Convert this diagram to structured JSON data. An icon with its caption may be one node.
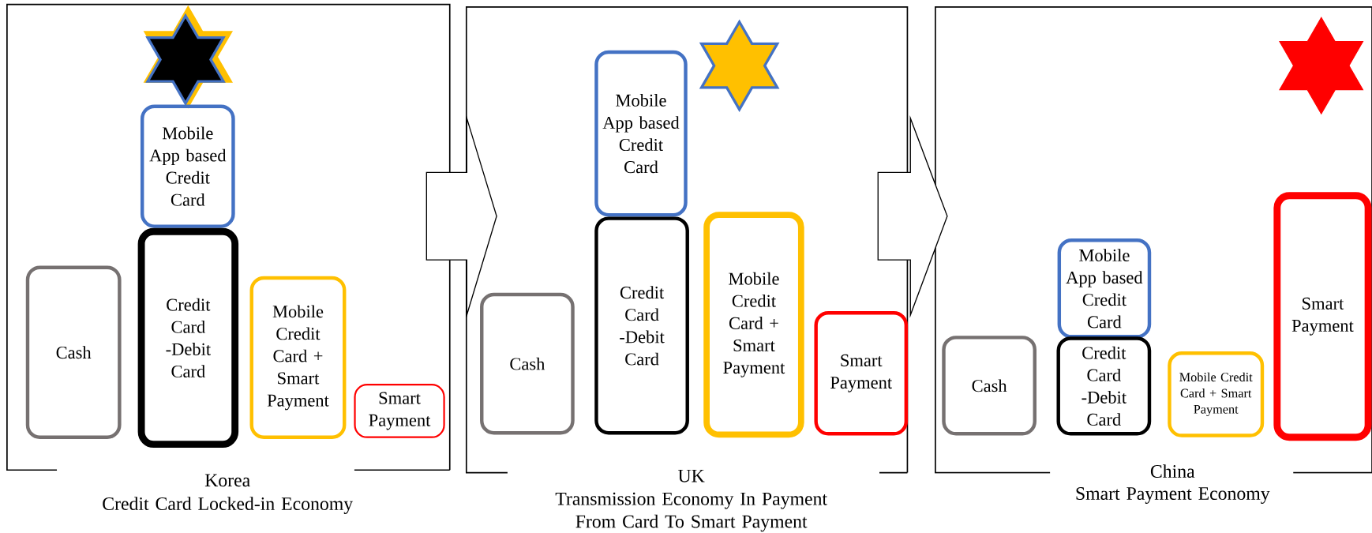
{
  "diagram": {
    "nodes": [
      {
        "text": [
          "Korea",
          "Credit Card Locked-in Economy"
        ]
      },
      {
        "text": [
          "Cash"
        ],
        "in": 0
      },
      {
        "text": [
          "Mobile App based Credit Card"
        ],
        "in": 0
      },
      {
        "text": [
          "Credit Card -Debit Card"
        ],
        "in": 0
      },
      {
        "text": [
          "Mobile Credit Card + Smart Payment"
        ],
        "in": 0
      },
      {
        "text": [
          "Smart Payment"
        ],
        "in": 0
      },
      {
        "text": [
          "UK",
          "Transmission Economy In Payment From Card To Smart Payment"
        ]
      },
      {
        "text": [
          "Cash"
        ],
        "in": 6
      },
      {
        "text": [
          "Mobile App based Credit Card"
        ],
        "in": 6
      },
      {
        "text": [
          "Credit Card -Debit Card"
        ],
        "in": 6
      },
      {
        "text": [
          "Mobile Credit Card + Smart Payment"
        ],
        "in": 6
      },
      {
        "text": [
          "Smart Payment"
        ],
        "in": 6
      },
      {
        "text": [
          "China",
          "Smart Payment Economy"
        ]
      },
      {
        "text": [
          "Cash"
        ],
        "in": 12
      },
      {
        "text": [
          "Mobile App based Credit Card"
        ],
        "in": 12
      },
      {
        "text": [
          "Credit Card -Debit Card"
        ],
        "in": 12
      },
      {
        "text": [
          "Mobile Credit Card + Smart Payment"
        ],
        "in": 12
      },
      {
        "text": [
          "Smart Payment"
        ],
        "in": 12
      }
    ],
    "edges": [
      {
        "from": 0,
        "to": 6,
        "arrow": "to"
      },
      {
        "from": 6,
        "to": 12,
        "arrow": "to"
      }
    ]
  }
}
